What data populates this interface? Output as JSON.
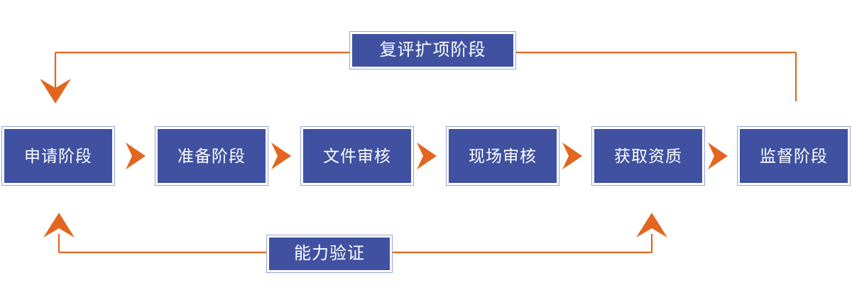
{
  "diagram": {
    "title_text": "",
    "colors": {
      "box_fill": "#3F51A0",
      "box_border": "#97A4D4",
      "box_gap": "#FFFFFF",
      "arrow_orange": "#E2661F",
      "label_text": "#FFFFFF",
      "background": "#FFFFFF"
    },
    "main_flow": {
      "name": "certification-process-flow",
      "stages": [
        {
          "id": "apply",
          "label": "申请阶段"
        },
        {
          "id": "prepare",
          "label": "准备阶段"
        },
        {
          "id": "doc-review",
          "label": "文件审核"
        },
        {
          "id": "site-audit",
          "label": "现场审核"
        },
        {
          "id": "obtain",
          "label": "获取资质"
        },
        {
          "id": "supervise",
          "label": "监督阶段"
        }
      ],
      "connector_icon": "chevron-right-icon",
      "connector_count": 5
    },
    "feedback_loops": [
      {
        "id": "reassessment",
        "label": "复评扩项阶段",
        "position": "top",
        "from_stage": "supervise",
        "to_stage": "apply",
        "arrow_icon": "arrow-down-icon"
      },
      {
        "id": "proficiency-testing",
        "label": "能力验证",
        "position": "bottom",
        "from_stage": "obtain",
        "to_stage": "apply",
        "arrow_icon": "arrow-up-icon"
      }
    ]
  }
}
